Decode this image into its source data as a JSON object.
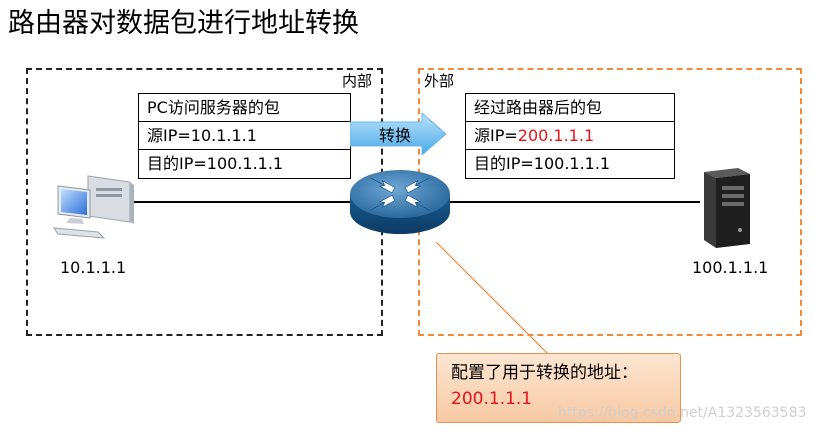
{
  "title": "路由器对数据包进行地址转换",
  "zones": {
    "inside_label": "内部",
    "outside_label": "外部"
  },
  "packet_before": {
    "header": "PC访问服务器的包",
    "source_prefix": "源IP=",
    "source_ip": "10.1.1.1",
    "destination": "目的IP=100.1.1.1"
  },
  "packet_after": {
    "header": "经过路由器后的包",
    "source_prefix": "源IP=",
    "source_ip": "200.1.1.1",
    "destination": "目的IP=100.1.1.1"
  },
  "arrow_label": "转换",
  "pc_ip": "10.1.1.1",
  "server_ip": "100.1.1.1",
  "callout": {
    "text": "配置了用于转换的地址：",
    "value": "200.1.1.1"
  },
  "watermark": "https://blog.csdn.net/A1323563583",
  "colors": {
    "translated_ip": "#e5141c",
    "outside_border": "#f08a3a",
    "callout_fill": "#fbd7b8"
  },
  "icons": {
    "router": "router-icon",
    "pc": "pc-icon",
    "server": "server-icon",
    "arrow": "right-arrow-icon"
  }
}
